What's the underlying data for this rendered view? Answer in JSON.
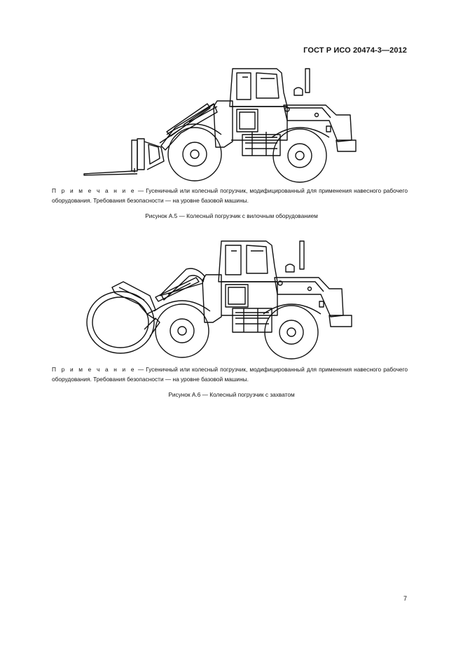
{
  "header": {
    "standard": "ГОСТ Р ИСО 20474-3—2012"
  },
  "figures": [
    {
      "note_label": "П р и м е ч а н и е",
      "note_text": " — Гусеничный или колесный погрузчик, модифицированный для применения навесного рабочего оборудования. Требования безопасности — на уровне базовой машины.",
      "caption": "Рисунок  А.5 — Колесный погрузчик с вилочным оборудованием"
    },
    {
      "note_label": "П р и м е ч а н и е",
      "note_text": " — Гусеничный или колесный погрузчик, модифицированный для применения навесного рабочего оборудования. Требования безопасности — на уровне базовой машины.",
      "caption": "Рисунок  А.6 — Колесный погрузчик с захватом"
    }
  ],
  "footer": {
    "page_number": "7"
  }
}
